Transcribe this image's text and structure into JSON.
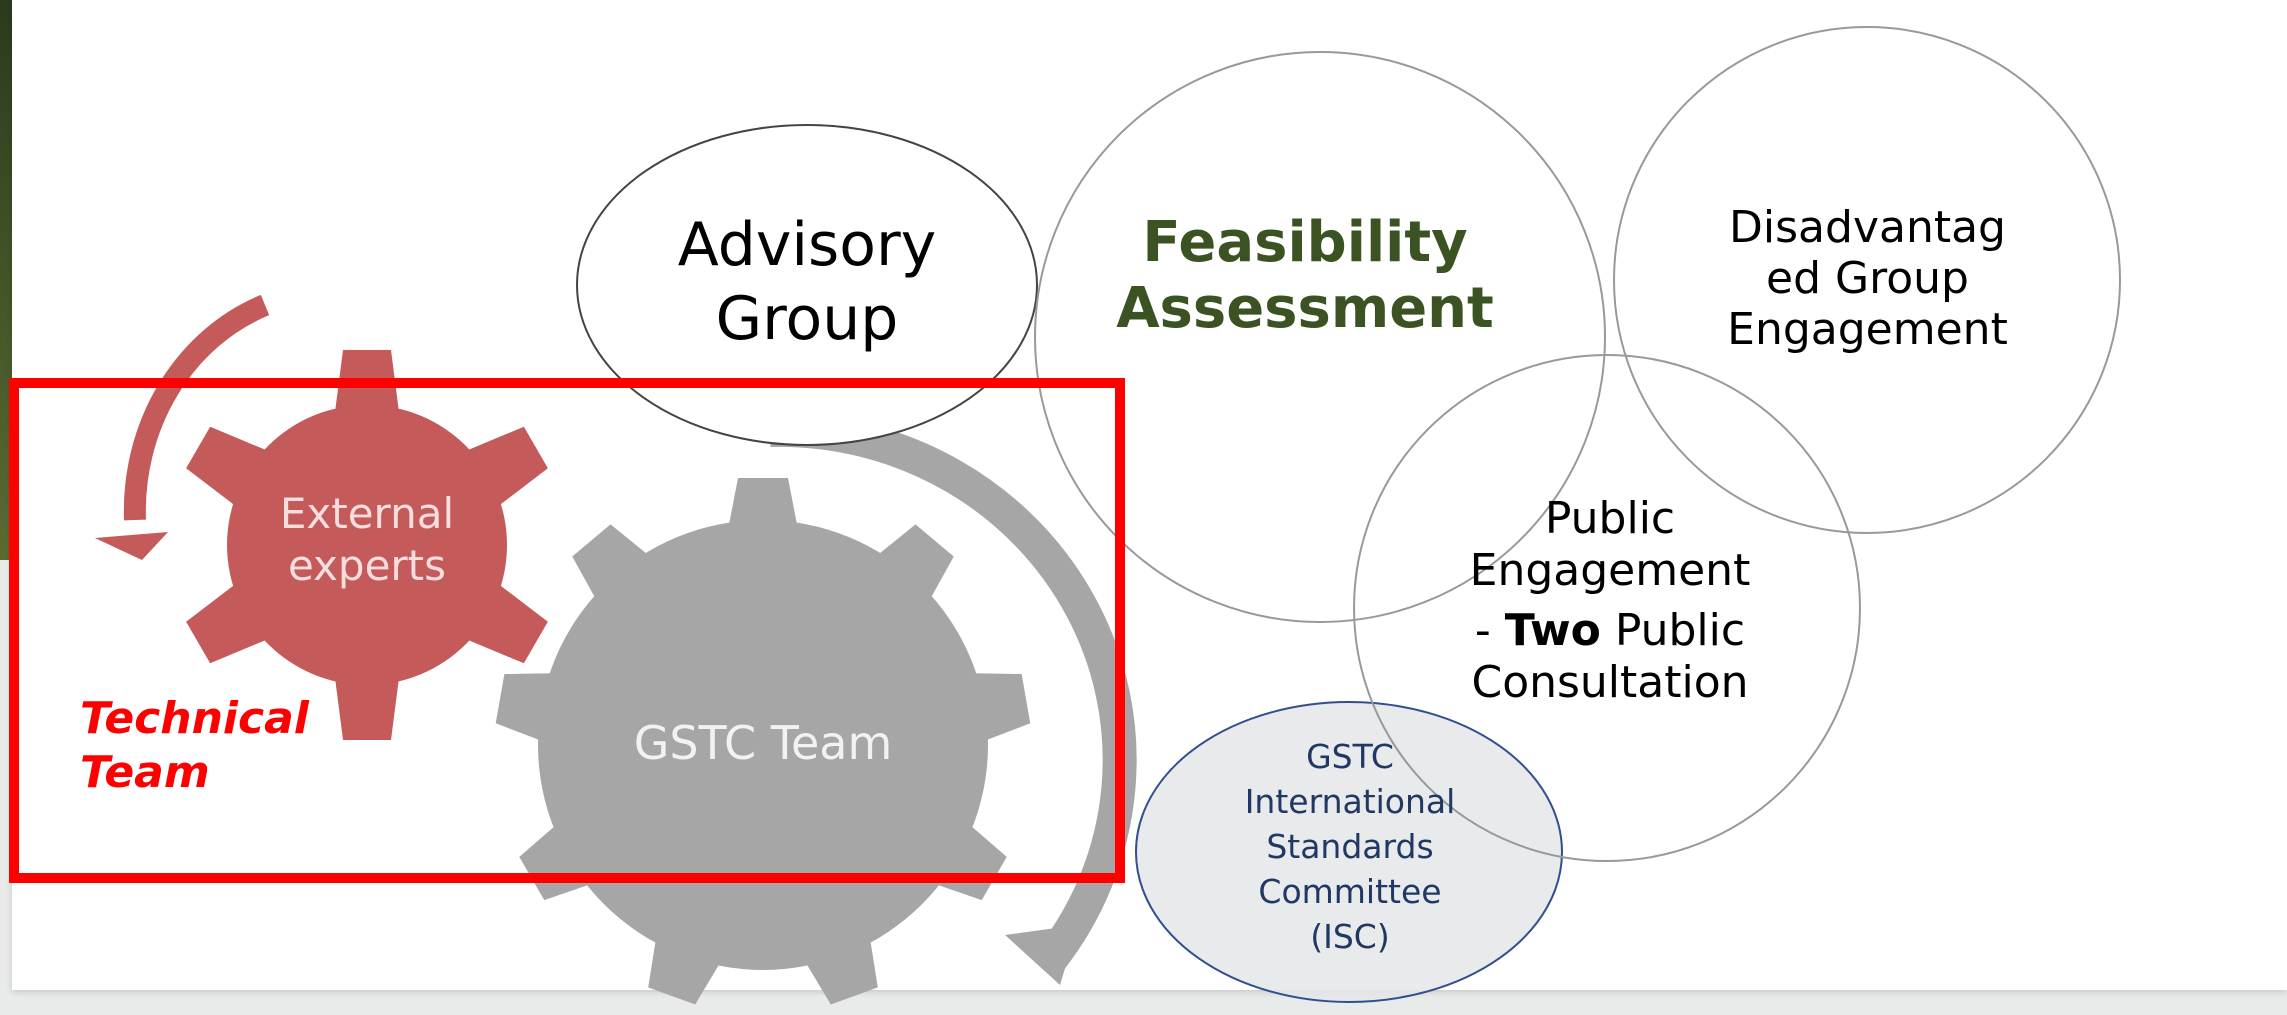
{
  "advisory_group": {
    "line1": "Advisory",
    "line2": "Group"
  },
  "feasibility": {
    "line1": "Feasibility",
    "line2": "Assessment"
  },
  "disadvantaged": {
    "line1": "Disadvantag",
    "line2": "ed Group",
    "line3": "Engagement"
  },
  "public_engagement": {
    "line1": "Public",
    "line2": "Engagement",
    "line3_prefix": "- ",
    "line3_bold": "Two",
    "line3_suffix": " Public",
    "line4": "Consultation"
  },
  "isc": {
    "line1": "GSTC",
    "line2": "International",
    "line3": "Standards",
    "line4": "Committee",
    "line5": "(ISC)"
  },
  "external_experts": {
    "line1": "External",
    "line2": "experts"
  },
  "gstc_team": {
    "label": "GSTC Team"
  },
  "technical_team": {
    "line1": "Technical",
    "line2": "Team"
  },
  "colors": {
    "red_gear": "#c45a5a",
    "grey_gear": "#a6a6a6",
    "highlight_red": "#ff0000",
    "feasibility_green": "#3b5323",
    "isc_navy": "#1f3864"
  }
}
